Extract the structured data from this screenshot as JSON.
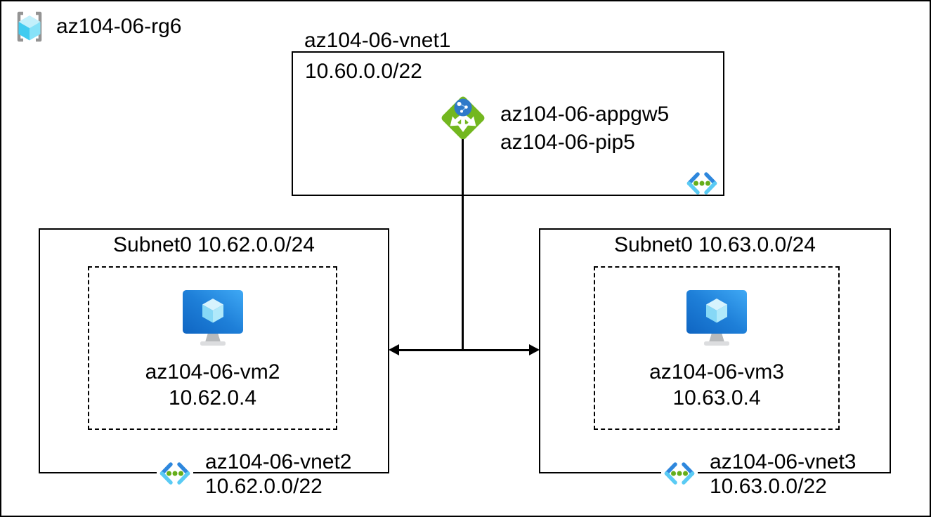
{
  "resource_group": {
    "label": "az104-06-rg6",
    "icon": "resource-group-icon"
  },
  "vnet1": {
    "title": "az104-06-vnet1",
    "cidr": "10.60.0.0/22",
    "appgw": {
      "icon": "application-gateway-icon",
      "name": "az104-06-appgw5",
      "pip": "az104-06-pip5"
    },
    "vnet_icon": "virtual-network-icon"
  },
  "subnet_left": {
    "title": "Subnet0 10.62.0.0/24",
    "vm": {
      "icon": "virtual-machine-icon",
      "name": "az104-06-vm2",
      "ip": "10.62.0.4"
    },
    "vnet": {
      "icon": "virtual-network-icon",
      "name": "az104-06-vnet2",
      "cidr": "10.62.0.0/22"
    }
  },
  "subnet_right": {
    "title": "Subnet0 10.63.0.0/24",
    "vm": {
      "icon": "virtual-machine-icon",
      "name": "az104-06-vm3",
      "ip": "10.63.0.4"
    },
    "vnet": {
      "icon": "virtual-network-icon",
      "name": "az104-06-vnet3",
      "cidr": "10.63.0.0/22"
    }
  },
  "colors": {
    "line_black": "#000000",
    "appgw_green": "#73b71f",
    "globe_blue": "#2e79c9",
    "vm_blue_dark": "#0f65c2",
    "vm_blue_light": "#3fa9f5",
    "cube_top": "#c3f0fb",
    "cube_left": "#40cbf0",
    "cube_right": "#86e2f8",
    "vnet_chevron_dark": "#2e87dd",
    "vnet_chevron_light": "#5acbf4",
    "vnet_dot_green": "#65ae1a",
    "bracket_gray": "#949494"
  }
}
